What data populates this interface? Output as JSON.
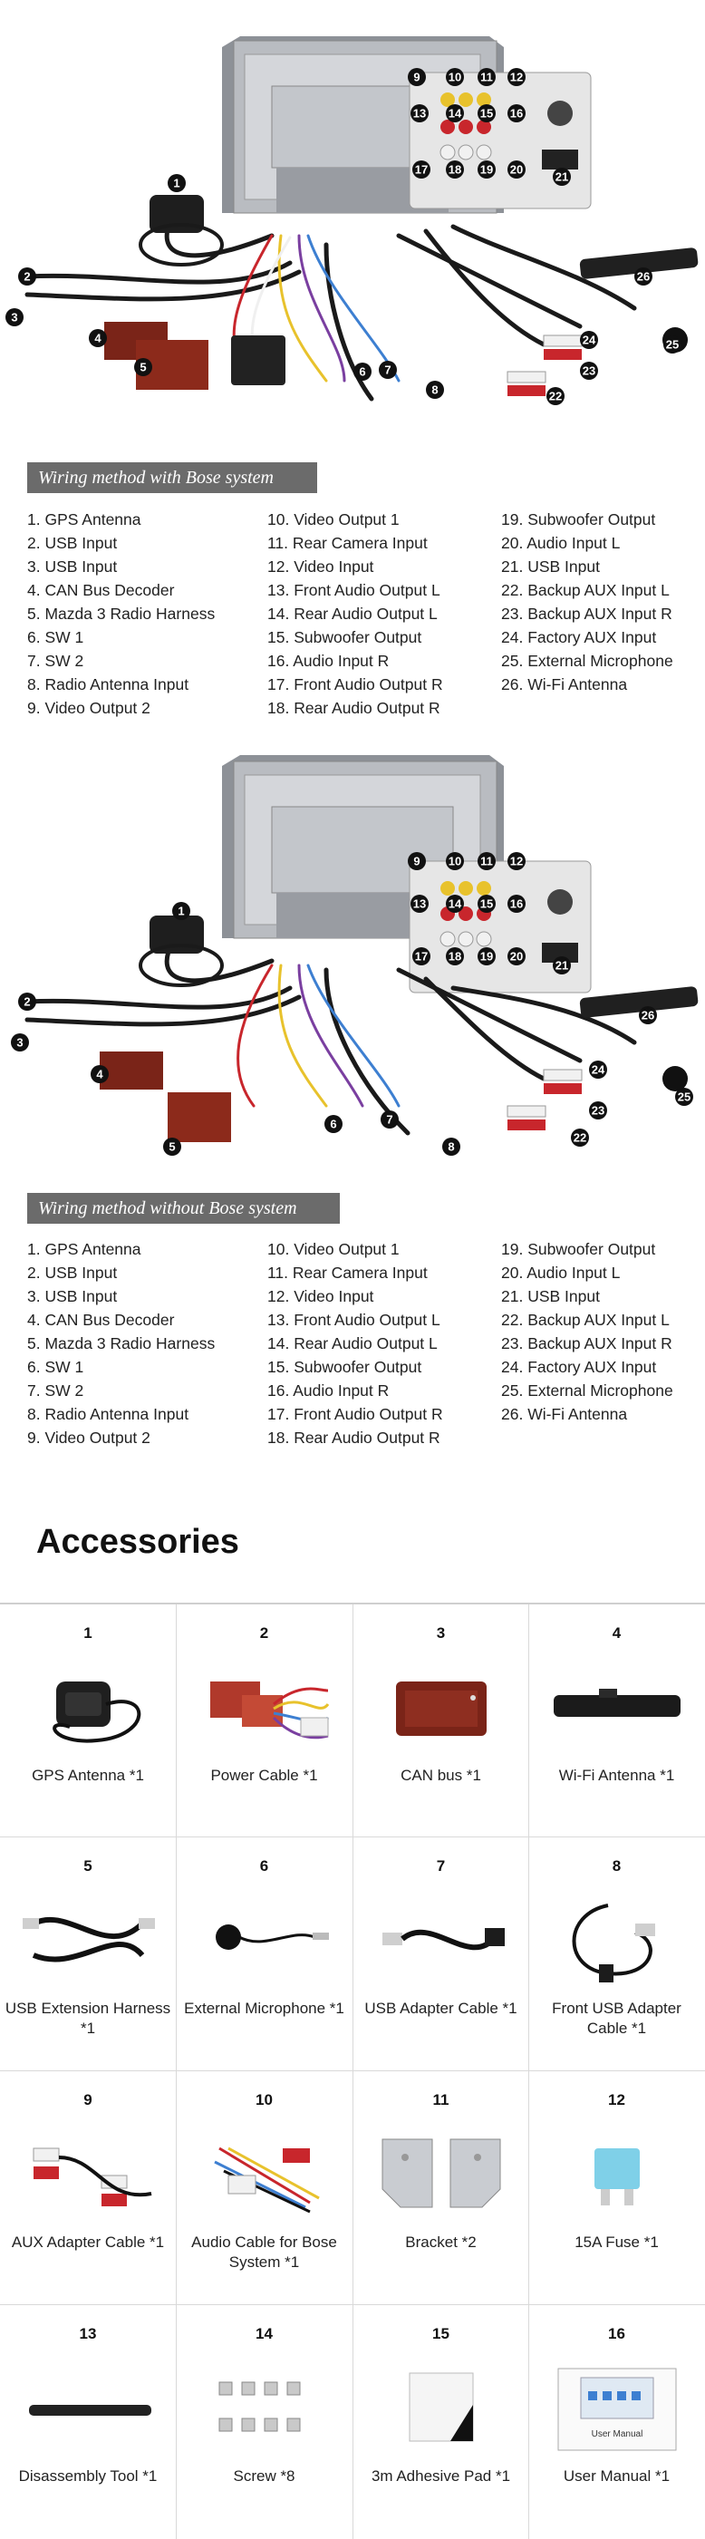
{
  "diagram1": {
    "banner": "Wiring method with Bose system",
    "col1": [
      "1. GPS Antenna",
      "2. USB Input",
      "3. USB Input",
      "4. CAN Bus Decoder",
      "5. Mazda 3 Radio Harness",
      "6. SW 1",
      "7. SW 2",
      "8. Radio Antenna Input",
      "9. Video Output 2"
    ],
    "col2": [
      "10. Video Output 1",
      "11. Rear Camera Input",
      "12. Video Input",
      "13. Front Audio Output L",
      "14. Rear Audio Output L",
      "15. Subwoofer Output",
      "16. Audio Input R",
      "17. Front Audio Output R",
      "18. Rear Audio Output R"
    ],
    "col3": [
      "19. Subwoofer Output",
      "20. Audio Input L",
      "21. USB Input",
      "22. Backup AUX Input L",
      "23. Backup AUX Input R",
      "24. Factory AUX Input",
      "25. External Microphone",
      "26. Wi-Fi Antenna"
    ]
  },
  "diagram2": {
    "banner": "Wiring method without Bose system",
    "col1": [
      "1. GPS Antenna",
      "2. USB Input",
      "3. USB Input",
      "4. CAN Bus Decoder",
      "5. Mazda 3 Radio Harness",
      "6. SW 1",
      "7. SW 2",
      "8. Radio Antenna Input",
      "9. Video Output 2"
    ],
    "col2": [
      "10. Video Output 1",
      "11. Rear Camera Input",
      "12. Video Input",
      "13. Front Audio Output L",
      "14. Rear Audio Output L",
      "15. Subwoofer Output",
      "16. Audio Input R",
      "17. Front Audio Output R",
      "18. Rear Audio Output R"
    ],
    "col3": [
      "19. Subwoofer Output",
      "20. Audio Input L",
      "21. USB Input",
      "22. Backup AUX Input L",
      "23. Backup AUX Input R",
      "24. Factory AUX Input",
      "25. External Microphone",
      "26. Wi-Fi Antenna"
    ]
  },
  "callouts": [
    "1",
    "2",
    "3",
    "4",
    "5",
    "6",
    "7",
    "8",
    "9",
    "10",
    "11",
    "12",
    "13",
    "14",
    "15",
    "16",
    "17",
    "18",
    "19",
    "20",
    "21",
    "22",
    "23",
    "24",
    "25",
    "26"
  ],
  "accessories": {
    "title": "Accessories",
    "items": [
      {
        "num": "1",
        "name": "GPS Antenna *1",
        "icon": "gps-antenna-icon"
      },
      {
        "num": "2",
        "name": "Power Cable *1",
        "icon": "power-cable-icon"
      },
      {
        "num": "3",
        "name": "CAN bus *1",
        "icon": "can-bus-icon"
      },
      {
        "num": "4",
        "name": "Wi-Fi Antenna *1",
        "icon": "wifi-antenna-icon"
      },
      {
        "num": "5",
        "name": "USB Extension Harness *1",
        "icon": "usb-extension-icon"
      },
      {
        "num": "6",
        "name": "External Microphone *1",
        "icon": "microphone-icon"
      },
      {
        "num": "7",
        "name": "USB Adapter Cable *1",
        "icon": "usb-adapter-icon"
      },
      {
        "num": "8",
        "name": "Front USB Adapter Cable *1",
        "icon": "front-usb-icon"
      },
      {
        "num": "9",
        "name": "AUX Adapter Cable *1",
        "icon": "aux-cable-icon"
      },
      {
        "num": "10",
        "name": "Audio Cable for Bose System *1",
        "icon": "audio-cable-icon"
      },
      {
        "num": "11",
        "name": "Bracket *2",
        "icon": "bracket-icon"
      },
      {
        "num": "12",
        "name": "15A Fuse *1",
        "icon": "fuse-icon"
      },
      {
        "num": "13",
        "name": "Disassembly Tool *1",
        "icon": "pry-tool-icon"
      },
      {
        "num": "14",
        "name": "Screw *8",
        "icon": "screw-icon"
      },
      {
        "num": "15",
        "name": "3m Adhesive Pad *1",
        "icon": "adhesive-pad-icon"
      },
      {
        "num": "16",
        "name": "User Manual *1",
        "icon": "manual-icon"
      }
    ],
    "manual_caption": "User Manual"
  },
  "colors": {
    "banner": "#6b6b6b",
    "callout": "#111111",
    "cable": "#1a1a1a",
    "rca_red": "#c8262c",
    "rca_white": "#f1f1f1",
    "rca_yellow": "#e8c22c"
  }
}
